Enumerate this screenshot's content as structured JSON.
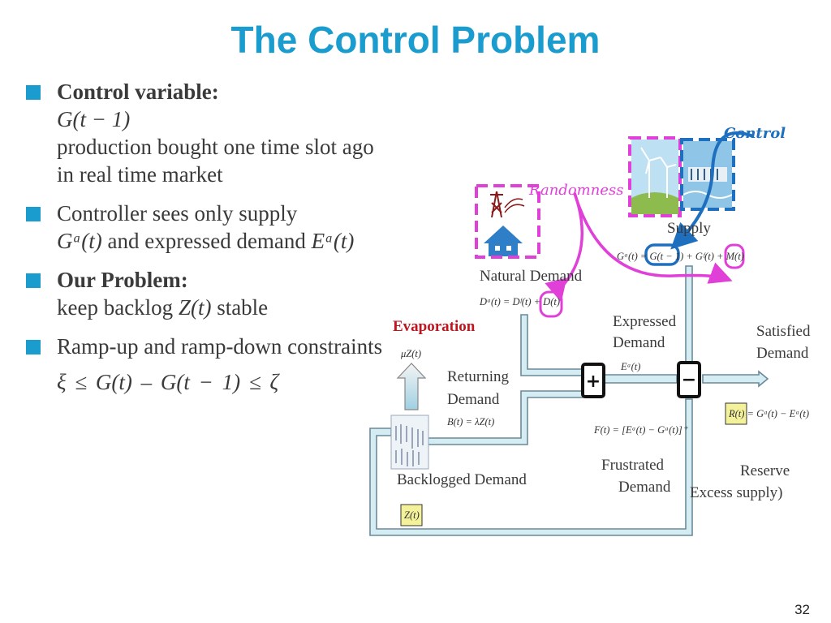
{
  "slide": {
    "title": "The Control Problem",
    "page_number": "32"
  },
  "bullets": [
    {
      "heading": "Control variable:",
      "math": "G(t − 1)",
      "text": "production bought one time slot ago in real time market"
    },
    {
      "text_a": "Controller sees only supply",
      "math_a": "Gᵃ(t)",
      "text_b": "and expressed demand",
      "math_b": "Eᵃ(t)"
    },
    {
      "heading": "Our Problem:",
      "text_a": "keep backlog",
      "math": "Z(t)",
      "text_b": "stable"
    },
    {
      "text": "Ramp-up and ramp-down constraints",
      "inequality": "ξ  ≤  G(t) – G(t − 1)  ≤  ζ"
    }
  ],
  "diagram": {
    "annotations": {
      "control": "Control",
      "randomness": "Randomness"
    },
    "labels": {
      "supply": "Supply",
      "natural_demand": "Natural Demand",
      "expressed": "Expressed",
      "expressed_demand": "Demand",
      "satisfied": "Satisfied",
      "satisfied_demand": "Demand",
      "evaporation": "Evaporation",
      "returning": "Returning",
      "returning_demand": "Demand",
      "backlogged_demand": "Backlogged Demand",
      "frustrated": "Frustrated",
      "frustrated_demand": "Demand",
      "reserve": "Reserve",
      "excess_supply": "Excess supply)"
    },
    "equations": {
      "supply_eq": "Gᵃ(t) = G(t − 1) + Gᶠ(t) + M(t)",
      "demand_eq": "Dᵃ(t) = Dᶠ(t) + D(t)",
      "ea": "Eᵃ(t)",
      "evaporation_eq": "μZ(t)",
      "returning_eq": "B(t) = λZ(t)",
      "frustrated_eq": "F(t) = [Eᵃ(t) − Gᵃ(t)]⁺",
      "reserve_eq": "R(t) = Gᵃ(t) − Eᵃ(t)",
      "zt": "Z(t)"
    },
    "operators": {
      "plus": "+",
      "minus": "−"
    },
    "colors": {
      "accent": "#1a9ccf",
      "control_blue": "#1f6fbf",
      "randomness_magenta": "#e040d8",
      "evaporation_red": "#c0141e",
      "pipe_fill": "#d6ecf3",
      "pipe_stroke": "#6a8a9a",
      "highlight_yellow": "#f3f29a"
    }
  }
}
